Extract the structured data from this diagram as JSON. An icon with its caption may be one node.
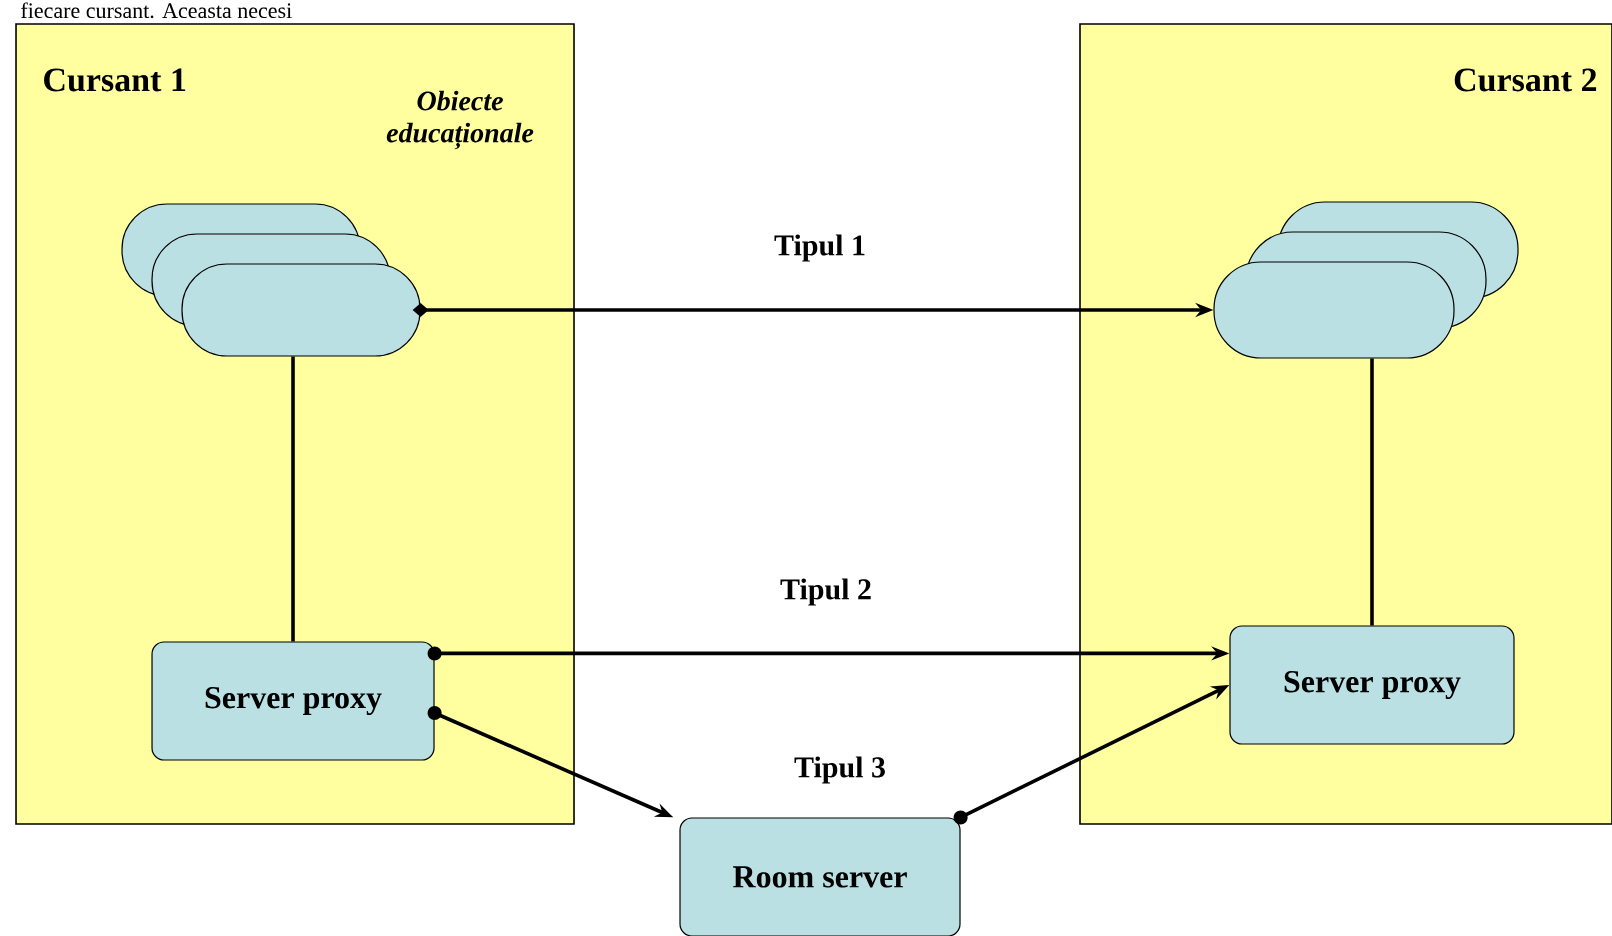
{
  "diagram": {
    "nodes": [
      {
        "text": [
          "Cursant 1"
        ]
      },
      {
        "text": [
          "Obiecte educaționale"
        ],
        "in": 0
      },
      {
        "text": [
          "Server proxy"
        ],
        "in": 0
      },
      {
        "text": [
          "Cursant 2"
        ]
      },
      {
        "text": [],
        "shape": "box",
        "in": 3
      },
      {
        "text": [
          "Server proxy"
        ],
        "in": 3
      },
      {
        "text": [
          "Room server"
        ]
      }
    ],
    "edges": [
      {
        "from": 1,
        "to": 4,
        "arrow": "to",
        "label": "Tipul 1"
      },
      {
        "from": 1,
        "to": 2,
        "arrow": "none"
      },
      {
        "from": 4,
        "to": 5,
        "arrow": "none"
      },
      {
        "from": 2,
        "to": 5,
        "arrow": "to",
        "label": "Tipul 2"
      },
      {
        "from": 2,
        "to": 6,
        "arrow": "to"
      },
      {
        "from": 6,
        "to": 5,
        "arrow": "to"
      }
    ],
    "labels": [
      "fiecare cursant. Aceasta necesi",
      "Tipul 3"
    ]
  }
}
